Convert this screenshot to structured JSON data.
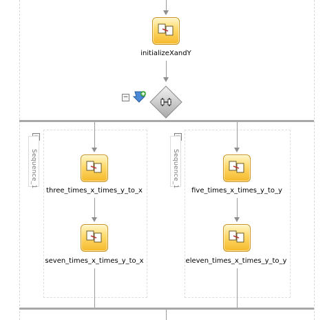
{
  "activities": {
    "initialize": "initializeXandY",
    "branch1_step1": "three_times_x_times_y_to_x",
    "branch1_step2": "seven_times_x_times_y_to_x",
    "branch2_step1": "five_times_x_times_y_to_y",
    "branch2_step2": "eleven_times_x_times_y_to_y"
  },
  "sequences": {
    "left": "Sequence_1",
    "right": "Sequence_1"
  },
  "icons": {
    "activity": "assign-icon",
    "flow": "flow-gateway-icon",
    "add_branch": "add-branch-icon",
    "collapse": "collapse-icon"
  },
  "colors": {
    "activity_fill": "#ffd968",
    "activity_border": "#c9941c",
    "gateway_fill": "#c8c8c8",
    "connector": "#9a9a9a"
  }
}
